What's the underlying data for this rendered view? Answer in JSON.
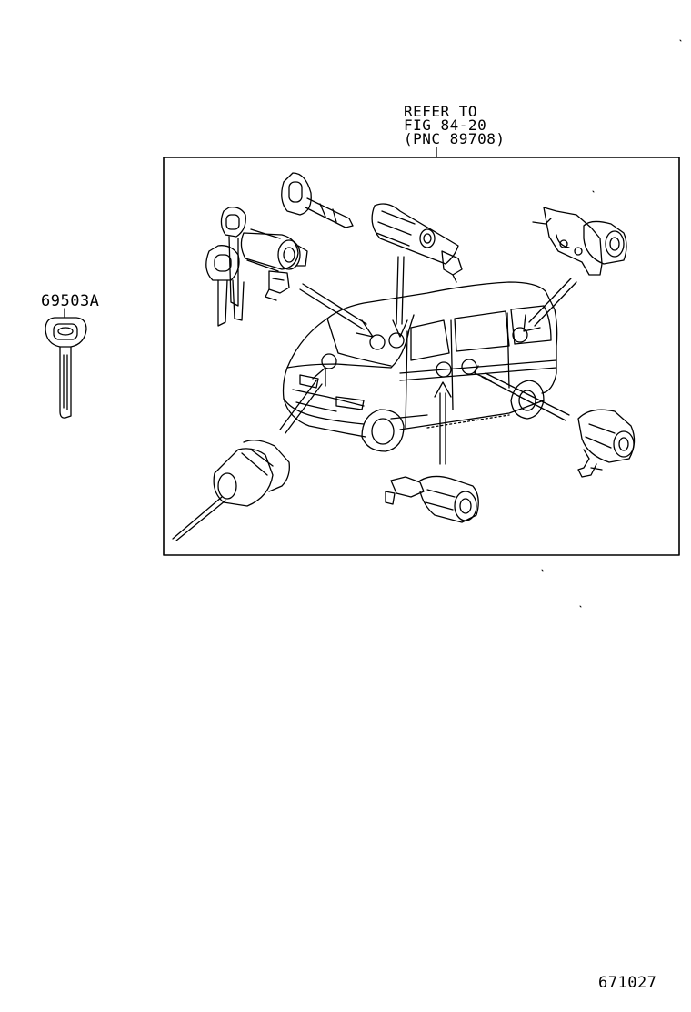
{
  "refer_note": {
    "line1": "REFER TO",
    "line2": "FIG 84-20",
    "line3": "(PNC 89708)"
  },
  "key_part_number": "69503A",
  "illustration_number": "671027",
  "colors": {
    "ink": "#000000",
    "paper": "#ffffff"
  }
}
